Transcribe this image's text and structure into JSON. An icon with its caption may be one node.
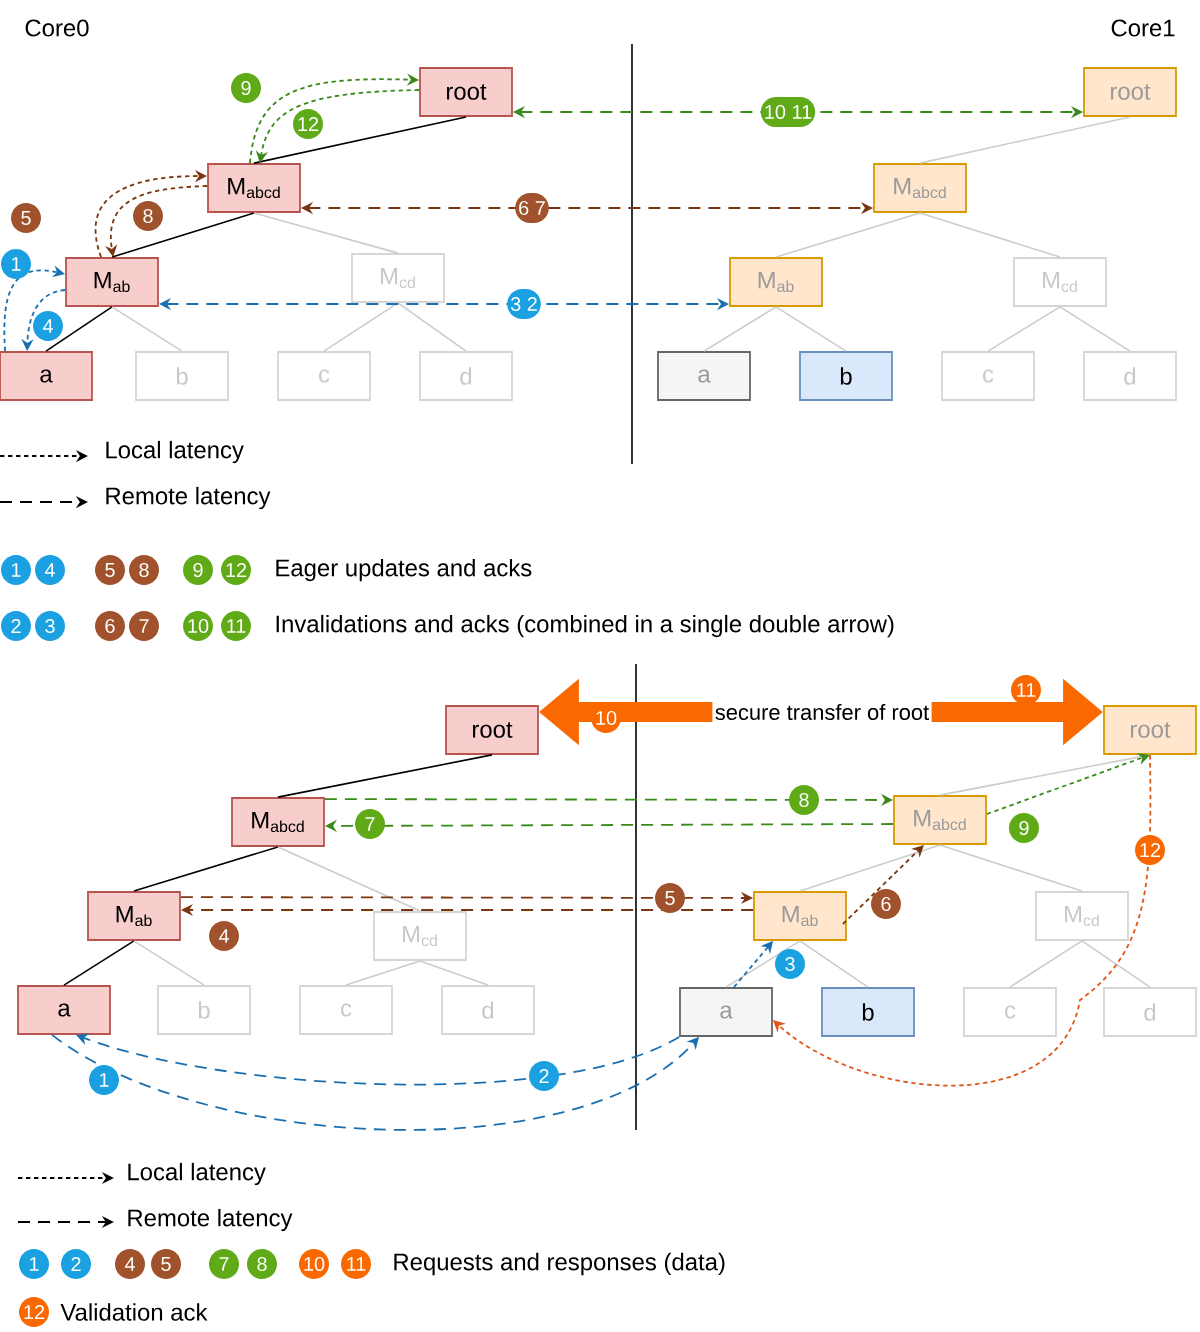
{
  "diagram": {
    "nodes": [
      {
        "text": [
          "root"
        ]
      },
      {
        "text": [
          "M$_{abcd}$"
        ]
      },
      {
        "text": [
          "M$_{ab}$"
        ]
      },
      {
        "text": [
          "M$_{cd}$"
        ]
      },
      {
        "text": [
          "a"
        ]
      },
      {
        "text": [
          "b"
        ]
      },
      {
        "text": [
          "c"
        ]
      },
      {
        "text": [
          "d"
        ]
      },
      {
        "text": [
          "root"
        ]
      },
      {
        "text": [
          "M$_{abcd}$"
        ]
      },
      {
        "text": [
          "M$_{ab}$"
        ]
      },
      {
        "text": [
          "M$_{cd}$"
        ]
      },
      {
        "text": [
          "a"
        ]
      },
      {
        "text": [
          "b"
        ]
      },
      {
        "text": [
          "c"
        ]
      },
      {
        "text": [
          "d"
        ]
      },
      {
        "text": [
          "root"
        ]
      },
      {
        "text": [
          "M$_{abcd}$"
        ]
      },
      {
        "text": [
          "M$_{ab}$"
        ]
      },
      {
        "text": [
          "M$_{cd}$"
        ]
      },
      {
        "text": [
          "a"
        ]
      },
      {
        "text": [
          "b"
        ]
      },
      {
        "text": [
          "c"
        ]
      },
      {
        "text": [
          "d"
        ]
      },
      {
        "text": [
          "root"
        ]
      },
      {
        "text": [
          "M$_{abcd}$"
        ]
      },
      {
        "text": [
          "M$_{ab}$"
        ]
      },
      {
        "text": [
          "M$_{cd}$"
        ]
      },
      {
        "text": [
          "a"
        ]
      },
      {
        "text": [
          "b"
        ]
      },
      {
        "text": [
          "c"
        ]
      },
      {
        "text": [
          "d"
        ]
      },
      {
        "text": [
          "secure transfer of root"
        ]
      }
    ],
    "edges": [
      {
        "from": 0,
        "to": 1,
        "arrow": "none",
        "color": "#000000"
      },
      {
        "from": 1,
        "to": 2,
        "arrow": "none",
        "color": "#000000"
      },
      {
        "from": 1,
        "to": 3,
        "arrow": "none"
      },
      {
        "from": 2,
        "to": 4,
        "arrow": "none",
        "color": "#000000"
      },
      {
        "from": 2,
        "to": 5,
        "arrow": "none"
      },
      {
        "from": 3,
        "to": 6,
        "arrow": "none"
      },
      {
        "from": 3,
        "to": 7,
        "arrow": "none"
      },
      {
        "from": 8,
        "to": 9,
        "arrow": "none"
      },
      {
        "from": 9,
        "to": 10,
        "arrow": "none"
      },
      {
        "from": 9,
        "to": 11,
        "arrow": "none"
      },
      {
        "from": 10,
        "to": 12,
        "arrow": "none"
      },
      {
        "from": 10,
        "to": 13,
        "arrow": "none"
      },
      {
        "from": 11,
        "to": 14,
        "arrow": "none"
      },
      {
        "from": 11,
        "to": 15,
        "arrow": "none"
      },
      {
        "from": 16,
        "to": 17,
        "arrow": "none",
        "color": "#000000"
      },
      {
        "from": 17,
        "to": 18,
        "arrow": "none",
        "color": "#000000"
      },
      {
        "from": 17,
        "to": 19,
        "arrow": "none"
      },
      {
        "from": 18,
        "to": 20,
        "arrow": "none",
        "color": "#000000"
      },
      {
        "from": 18,
        "to": 21,
        "arrow": "none"
      },
      {
        "from": 19,
        "to": 22,
        "arrow": "none"
      },
      {
        "from": 19,
        "to": 23,
        "arrow": "none"
      },
      {
        "from": 24,
        "to": 25,
        "arrow": "none"
      },
      {
        "from": 25,
        "to": 26,
        "arrow": "none"
      },
      {
        "from": 25,
        "to": 27,
        "arrow": "none"
      },
      {
        "from": 26,
        "to": 28,
        "arrow": "none"
      },
      {
        "from": 26,
        "to": 29,
        "arrow": "none"
      },
      {
        "from": 27,
        "to": 30,
        "arrow": "none"
      },
      {
        "from": 27,
        "to": 31,
        "arrow": "none"
      },
      {
        "from": 4,
        "to": 2,
        "arrow": "to",
        "label": "1",
        "style": "dashed",
        "color": "#1a6fb0"
      },
      {
        "from": 2,
        "to": 4,
        "arrow": "to",
        "label": "4",
        "style": "dashed",
        "color": "#1a6fb0"
      },
      {
        "from": 2,
        "to": 1,
        "arrow": "to",
        "label": "5",
        "style": "dashed",
        "color": "#7a3512"
      },
      {
        "from": 1,
        "to": 2,
        "arrow": "to",
        "label": "8",
        "style": "dashed",
        "color": "#7a3512"
      },
      {
        "from": 1,
        "to": 0,
        "arrow": "to",
        "label": "9",
        "style": "dashed",
        "color": "#3a8a1a"
      },
      {
        "from": 0,
        "to": 1,
        "arrow": "to",
        "label": "12",
        "style": "dashed",
        "color": "#3a8a1a"
      },
      {
        "from": 2,
        "to": 10,
        "arrow": "both",
        "label": "3 2",
        "style": "dashed",
        "color": "#1a6fb0"
      },
      {
        "from": 1,
        "to": 9,
        "arrow": "both",
        "label": "6 7",
        "style": "dashed",
        "color": "#7a3512"
      },
      {
        "from": 0,
        "to": 8,
        "arrow": "both",
        "label": "10 11",
        "style": "dashed",
        "color": "#3a8a1a"
      },
      {
        "from": 20,
        "to": 28,
        "arrow": "to",
        "label": "1",
        "style": "dashed",
        "color": "#1a6fb0"
      },
      {
        "from": 28,
        "to": 20,
        "arrow": "to",
        "label": "2",
        "style": "dashed",
        "color": "#1a6fb0"
      },
      {
        "from": 28,
        "to": 26,
        "arrow": "to",
        "label": "3",
        "style": "dashed",
        "color": "#1a6fb0"
      },
      {
        "from": 26,
        "to": 18,
        "arrow": "to",
        "label": "4",
        "style": "dashed",
        "color": "#7a3512"
      },
      {
        "from": 18,
        "to": 26,
        "arrow": "to",
        "label": "5",
        "style": "dashed",
        "color": "#7a3512"
      },
      {
        "from": 26,
        "to": 25,
        "arrow": "to",
        "label": "6",
        "style": "dashed",
        "color": "#7a3512"
      },
      {
        "from": 25,
        "to": 17,
        "arrow": "to",
        "label": "7",
        "style": "dashed",
        "color": "#3a8a1a"
      },
      {
        "from": 17,
        "to": 25,
        "arrow": "to",
        "label": "8",
        "style": "dashed",
        "color": "#3a8a1a"
      },
      {
        "from": 25,
        "to": 24,
        "arrow": "to",
        "label": "9",
        "style": "dashed",
        "color": "#3a8a1a"
      },
      {
        "from": 24,
        "to": 28,
        "arrow": "to",
        "label": "12",
        "style": "dashed",
        "color": "#e0561b"
      },
      {
        "from": 32,
        "to": 16,
        "arrow": "to",
        "label": "10",
        "style": "thick",
        "color": "#fa6800"
      },
      {
        "from": 32,
        "to": 24,
        "arrow": "to",
        "label": "11",
        "style": "thick",
        "color": "#fa6800"
      }
    ],
    "labels": [
      "Core0",
      "Core1",
      "1",
      "4",
      "5",
      "8",
      "9",
      "12",
      "2",
      "3",
      "6",
      "7",
      "10",
      "11",
      "1",
      "2",
      "4",
      "5",
      "7",
      "8",
      "10",
      "11",
      "12"
    ],
    "legend": [
      {
        "text": "Local latency"
      },
      {
        "text": "Remote latency"
      },
      {
        "text": "Eager updates and acks"
      },
      {
        "text": "Invalidations and acks (combined in a single double arrow)"
      },
      {
        "text": "Local latency"
      },
      {
        "text": "Remote latency"
      },
      {
        "text": "Requests and responses (data)"
      },
      {
        "text": "Validation ack"
      }
    ]
  }
}
